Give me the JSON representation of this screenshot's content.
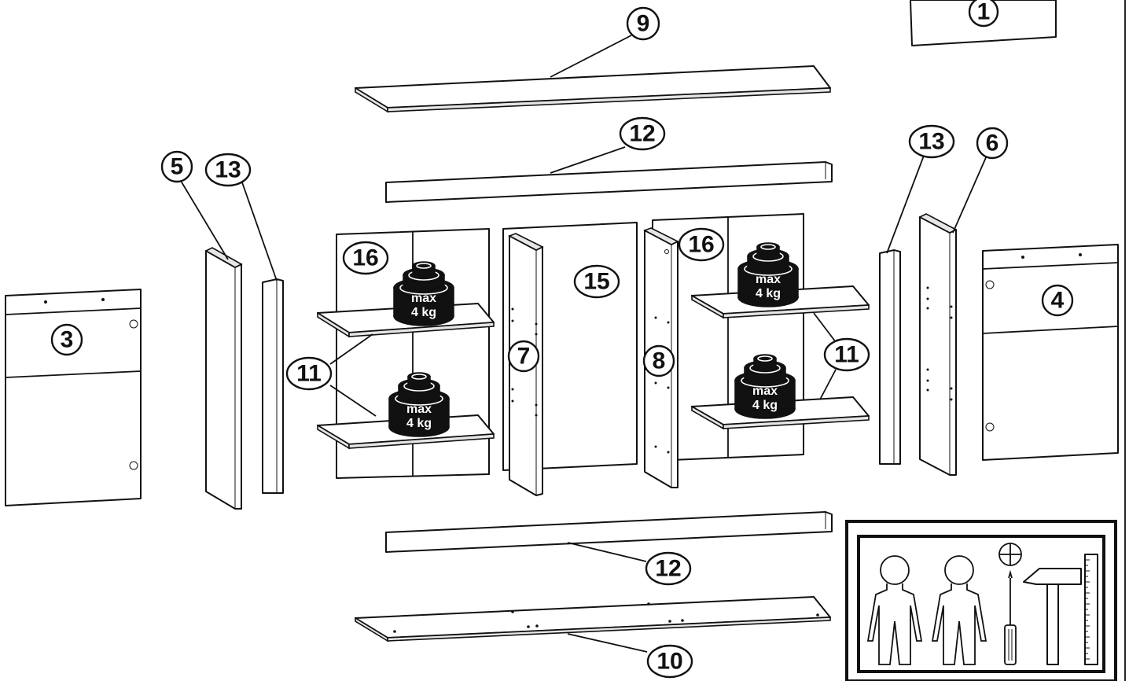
{
  "diagram": {
    "part_labels": {
      "p1": "1",
      "p3": "3",
      "p4": "4",
      "p5": "5",
      "p6": "6",
      "p7": "7",
      "p8": "8",
      "p9": "9",
      "p10": "10",
      "p11_left": "11",
      "p11_right": "11",
      "p12_top": "12",
      "p12_bottom": "12",
      "p13_left": "13",
      "p13_right": "13",
      "p15": "15",
      "p16_left": "16",
      "p16_right": "16"
    },
    "weight_limit": {
      "line1": "max",
      "line2": "4 kg"
    },
    "requirements": {
      "people_count": 2,
      "tools": [
        "phillips-screwdriver-icon",
        "hammer-icon",
        "ruler-icon"
      ]
    },
    "colors": {
      "ink": "#111111",
      "paper": "#ffffff",
      "edge": "#e6e6e6"
    }
  }
}
